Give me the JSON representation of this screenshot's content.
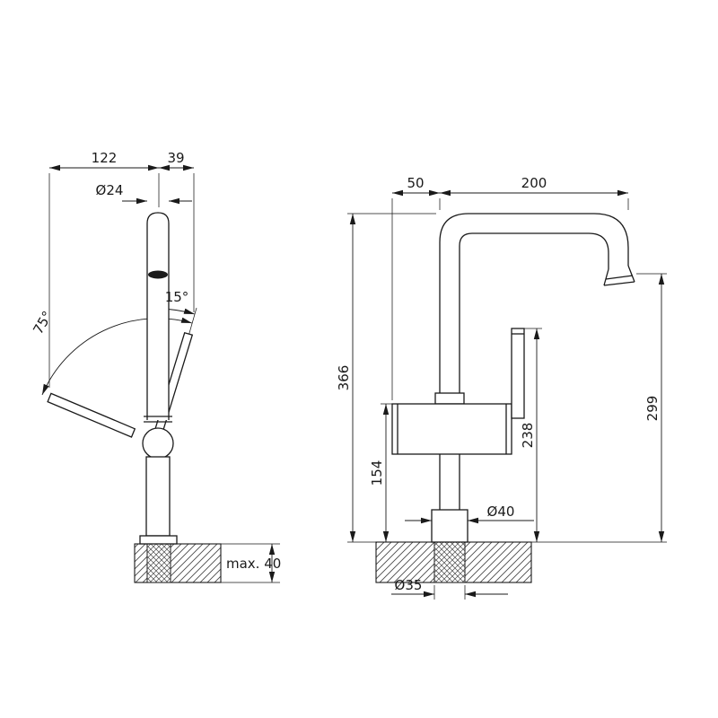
{
  "drawing_type": "faucet-dimension-diagram",
  "line_color": "#1a1a1a",
  "background_color": "#ffffff",
  "side_view": {
    "dim_122": "122",
    "dim_39": "39",
    "dia_24": "Ø24",
    "angle_15": "15°",
    "angle_75": "75°",
    "max_40": "max. 40"
  },
  "front_view": {
    "dim_50": "50",
    "dim_200": "200",
    "dim_366": "366",
    "dim_154": "154",
    "dim_238": "238",
    "dim_299": "299",
    "dia_40": "Ø40",
    "dia_35": "Ø35"
  }
}
